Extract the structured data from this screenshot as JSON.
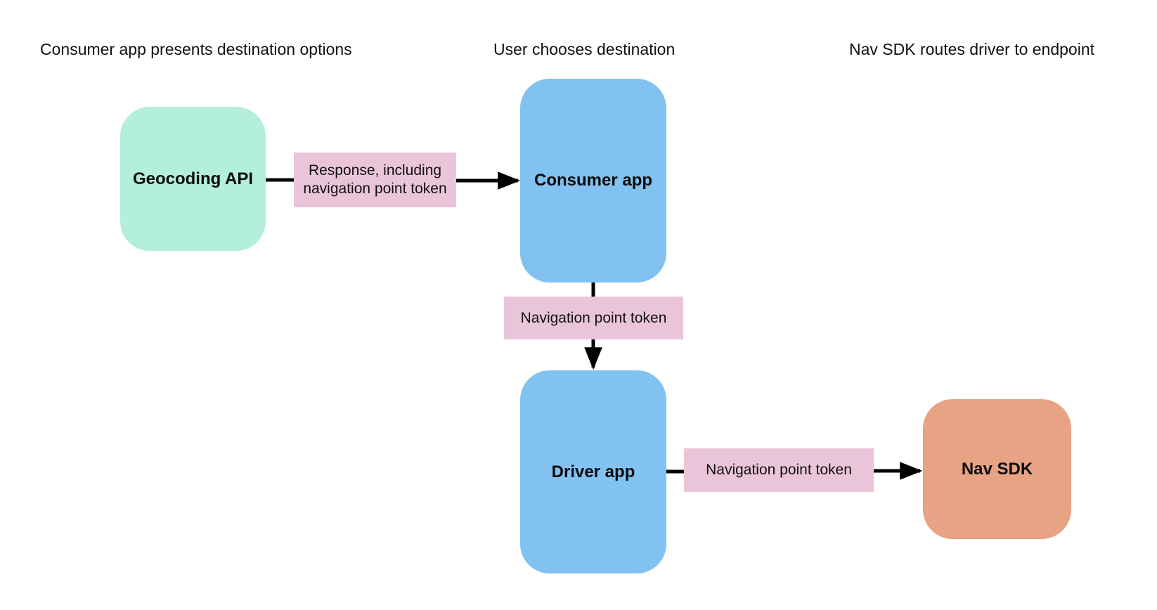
{
  "diagram": {
    "background_color": "#ffffff",
    "arrow_color": "#000000",
    "text_color": "#111111",
    "headers": [
      {
        "id": "stage-1",
        "text": "Consumer app presents destination options"
      },
      {
        "id": "stage-2",
        "text": "User chooses destination"
      },
      {
        "id": "stage-3",
        "text": "Nav SDK routes driver to endpoint"
      }
    ],
    "nodes": [
      {
        "id": "geocoding-api",
        "label": "Geocoding API",
        "fill": "#b3efda"
      },
      {
        "id": "consumer-app",
        "label": "Consumer app",
        "fill": "#82c2f0"
      },
      {
        "id": "driver-app",
        "label": "Driver app",
        "fill": "#82c2f0"
      },
      {
        "id": "nav-sdk",
        "label": "Nav SDK",
        "fill": "#e8a284"
      }
    ],
    "edge_labels": [
      {
        "id": "edge-response",
        "text": "Response, including navigation point token",
        "fill": "#eac5da"
      },
      {
        "id": "edge-token-consumer-driver",
        "text": "Navigation point token",
        "fill": "#eac5da"
      },
      {
        "id": "edge-token-driver-navsdk",
        "text": "Navigation point token",
        "fill": "#eac5da"
      }
    ]
  }
}
